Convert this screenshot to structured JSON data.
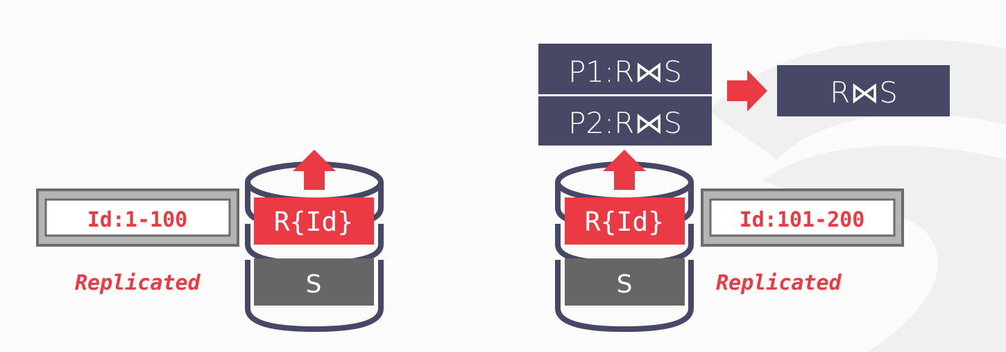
{
  "colors": {
    "navy": "#474866",
    "red": "#ea3a44",
    "gray_box": "#666666",
    "label_border": "#6b6b6b",
    "label_mid": "#b5b5b5"
  },
  "left_node": {
    "range_label": "Id:1-100",
    "partition_label": "R{Id}",
    "replicated_table_label": "S",
    "replicated_caption": "Replicated",
    "arrow_icon": "arrow-up-icon"
  },
  "right_node": {
    "range_label": "Id:101-200",
    "partition_label": "R{Id}",
    "replicated_table_label": "S",
    "replicated_caption": "Replicated",
    "arrow_icon": "arrow-up-icon"
  },
  "partial_results": [
    "P1:R⋈S",
    "P2:R⋈S"
  ],
  "combine_arrow_icon": "arrow-right-icon",
  "final_result": "R⋈S"
}
